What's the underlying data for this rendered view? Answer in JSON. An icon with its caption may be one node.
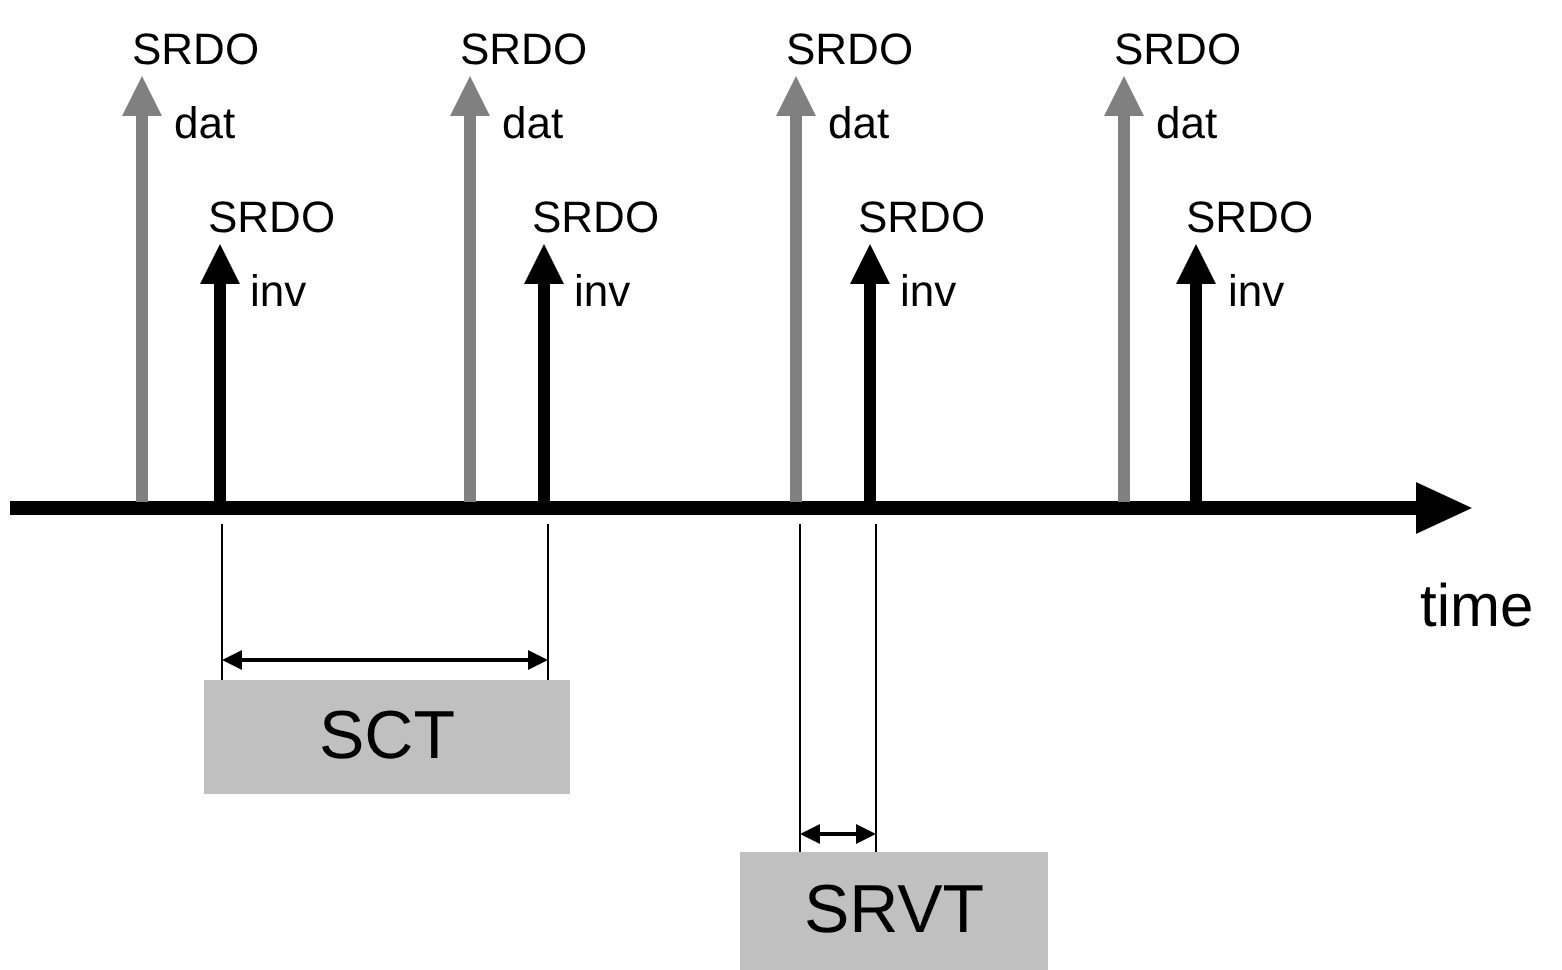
{
  "diagram": {
    "nodes": [
      {
        "text": [
          "SCT"
        ]
      },
      {
        "text": [
          "SRVT"
        ]
      }
    ],
    "labels": [
      "SRDO dat",
      "SRDO dat",
      "SRDO dat",
      "SRDO dat",
      "SRDO inv",
      "SRDO inv",
      "SRDO inv",
      "SRDO inv",
      "time"
    ]
  }
}
